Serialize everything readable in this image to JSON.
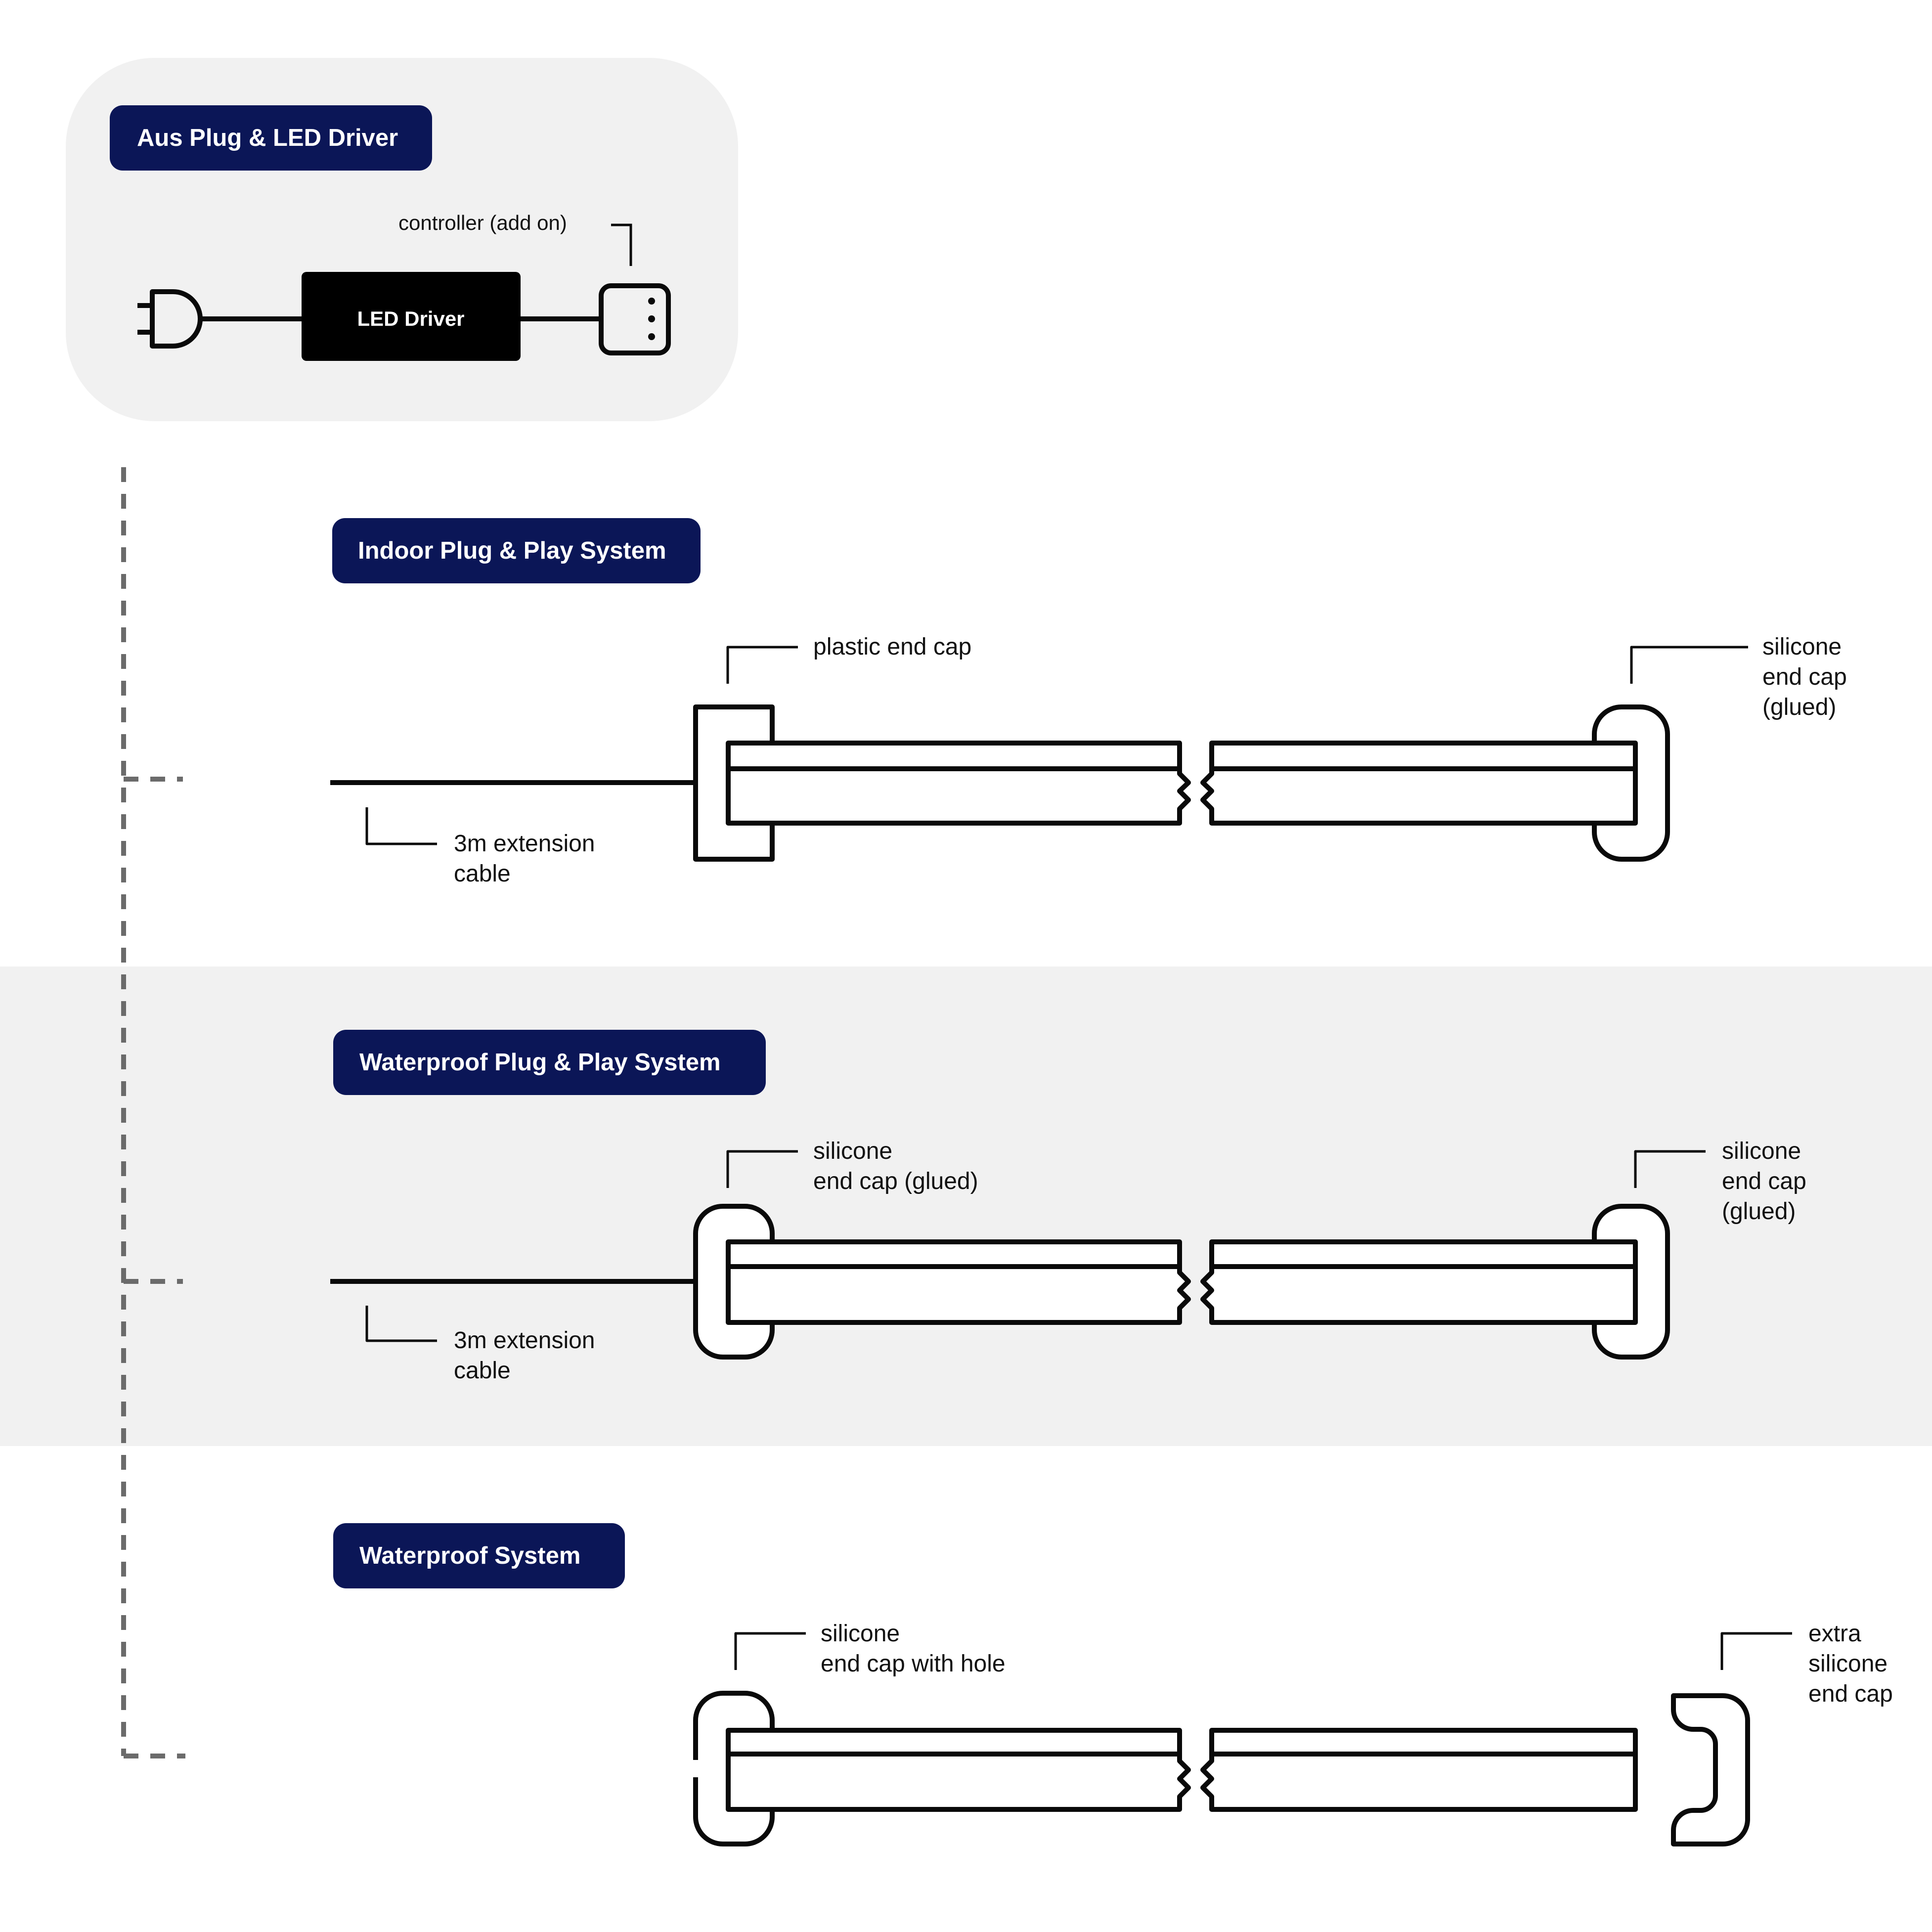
{
  "colors": {
    "badge_bg": "#0b1657",
    "panel_bg": "#f1f1f1",
    "band_bg": "#f1f1f1",
    "line": "#0a0a0a",
    "dash": "#6b6b6b"
  },
  "top_panel": {
    "title": "Aus Plug & LED Driver",
    "controller_label": "controller (add on)",
    "driver_label": "LED Driver",
    "icons": [
      "plug-icon",
      "controller-icon"
    ]
  },
  "indoor": {
    "title": "Indoor Plug & Play System",
    "left_cap": [
      "plastic end cap"
    ],
    "right_cap": [
      "silicone",
      "end cap",
      "(glued)"
    ],
    "cable": [
      "3m extension",
      "cable"
    ]
  },
  "waterproof_pp": {
    "title": "Waterproof Plug & Play System",
    "left_cap": [
      "silicone",
      "end cap (glued)"
    ],
    "right_cap": [
      "silicone",
      "end cap",
      "(glued)"
    ],
    "cable": [
      "3m extension",
      "cable"
    ]
  },
  "waterproof": {
    "title": "Waterproof System",
    "left_cap": [
      "silicone",
      "end cap with hole"
    ],
    "right_cap": [
      "extra",
      "silicone",
      "end cap"
    ]
  }
}
